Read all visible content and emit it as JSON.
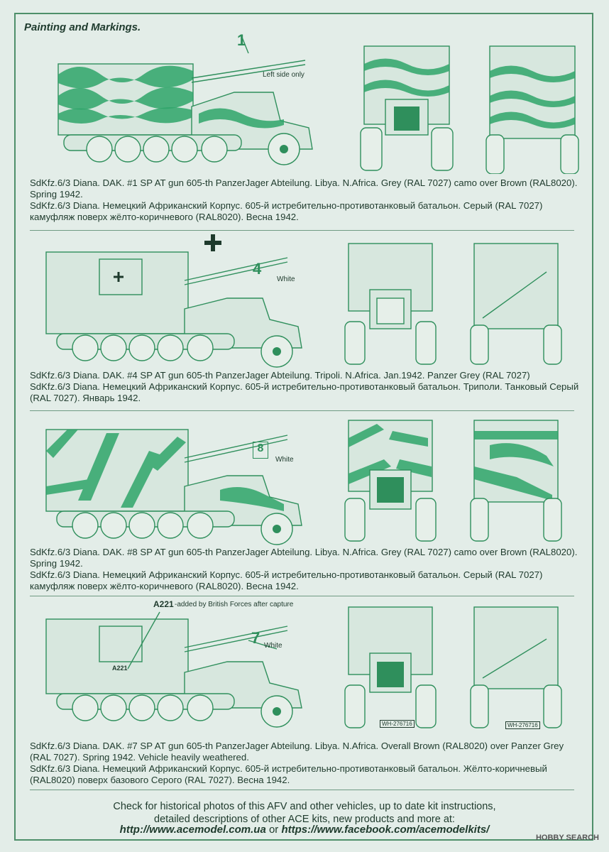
{
  "title": "Painting and Markings.",
  "schemes": [
    {
      "number": "1",
      "markings": [
        "Left side only"
      ],
      "caption_en": "SdKfz.6/3 Diana. DAK. #1 SP AT gun 605-th PanzerJager Abteilung. Libya. N.Africa. Grey (RAL 7027) camo over Brown (RAL8020). Spring 1942.",
      "caption_ru": "SdKfz.6/3 Diana. Немецкий Африканский Корпус. 605-й истребительно-противотанковый батальон. Серый (RAL 7027) камуфляж поверх жёлто-коричневого (RAL8020). Весна 1942."
    },
    {
      "number": "4",
      "markings": [
        "White"
      ],
      "caption_en": "SdKfz.6/3 Diana. DAK. #4 SP AT gun 605-th PanzerJager Abteilung. Tripoli. N.Africa. Jan.1942. Panzer Grey (RAL 7027)",
      "caption_ru": "SdKfz.6/3 Diana. Немецкий Африканский Корпус. 605-й истребительно-противотанковый батальон. Триполи. Танковый Серый (RAL 7027). Январь 1942."
    },
    {
      "number": "8",
      "markings": [
        "White"
      ],
      "caption_en": "SdKfz.6/3 Diana. DAK. #8 SP AT gun 605-th PanzerJager Abteilung. Libya. N.Africa. Grey (RAL 7027) camo over Brown (RAL8020). Spring 1942.",
      "caption_ru": "SdKfz.6/3 Diana. Немецкий Африканский Корпус. 605-й истребительно-противотанковый батальон. Серый (RAL 7027) камуфляж поверх жёлто-коричневого (RAL8020). Весна 1942."
    },
    {
      "number": "7",
      "markings": [
        "White",
        "A221",
        "-added by British Forces after capture",
        "WH-276716"
      ],
      "caption_en": "SdKfz.6/3 Diana. DAK. #7 SP AT gun 605-th PanzerJager Abteilung. Libya. N.Africa. Overall Brown (RAL8020) over Panzer Grey (RAL 7027). Spring 1942. Vehicle heavily weathered.",
      "caption_ru": "SdKfz.6/3 Diana. Немецкий Африканский Корпус. 605-й истребительно-противотанковый батальон. Жёлто-коричневый (RAL8020) поверх базового Серого (RAL 7027). Весна 1942."
    }
  ],
  "footer": {
    "line1": "Check for historical photos of this AFV and  other vehicles, up to date kit instructions,",
    "line2": "detailed descriptions of other ACE kits, new products and more at:",
    "url1": "http://www.acemodel.com.ua",
    "or": "or",
    "url2": "https://www.facebook.com/acemodelkits/"
  },
  "watermark": "HOBBY SEARCH",
  "colors": {
    "ink": "#2f8f5c",
    "camo": "#2fa46a",
    "paper": "#e3ede8",
    "text": "#1e3a2c"
  }
}
